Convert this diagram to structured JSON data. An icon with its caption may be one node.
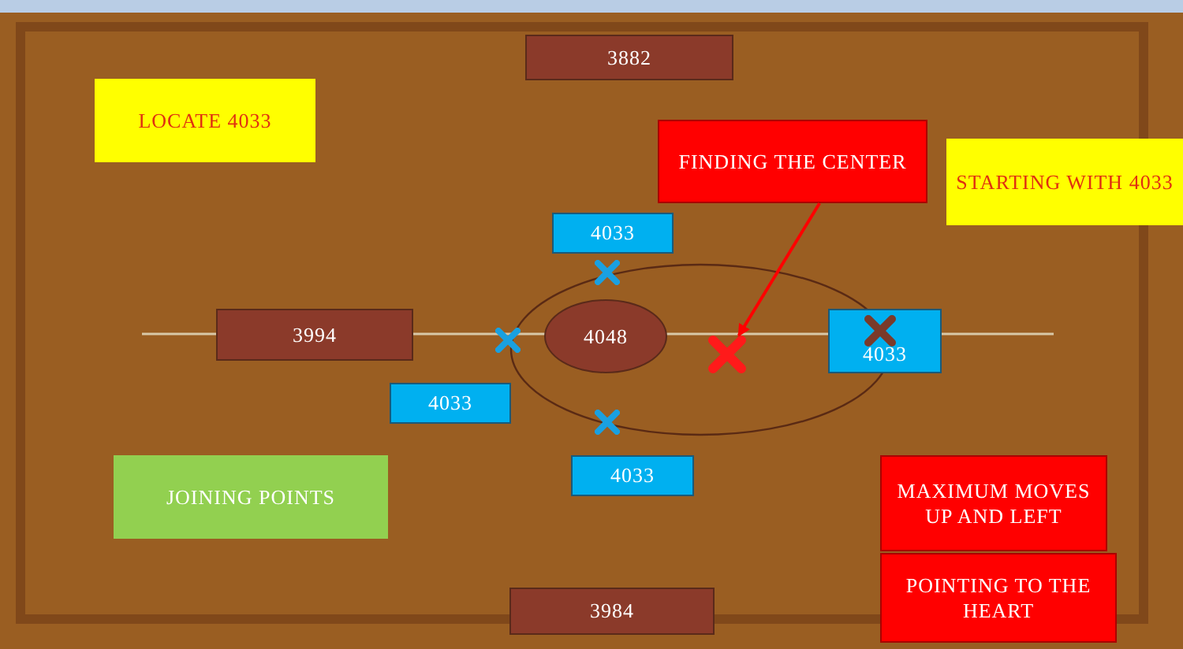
{
  "diagram": {
    "nodes": [
      {
        "text": [
          "3882"
        ]
      },
      {
        "text": [
          "LOCATE 4033"
        ]
      },
      {
        "text": [
          "FINDING THE CENTER"
        ]
      },
      {
        "text": [
          "STARTING WITH 4033"
        ]
      },
      {
        "text": [
          "4033"
        ]
      },
      {
        "text": [
          "3994"
        ]
      },
      {
        "text": [
          "4048"
        ]
      },
      {
        "text": [],
        "shape": "cross"
      },
      {
        "text": [
          "4033"
        ]
      },
      {
        "text": [
          "4033"
        ]
      },
      {
        "text": [
          "4033"
        ]
      },
      {
        "text": [
          "JOINING POINTS"
        ]
      },
      {
        "text": [
          "MAXIMUM MOVES UP AND LEFT"
        ]
      },
      {
        "text": [
          "POINTING TO THE HEART"
        ]
      },
      {
        "text": [
          "3984"
        ]
      }
    ],
    "edges": [
      {
        "from": 2,
        "to": 7,
        "arrow": "to",
        "color": "#ff0000"
      }
    ]
  }
}
